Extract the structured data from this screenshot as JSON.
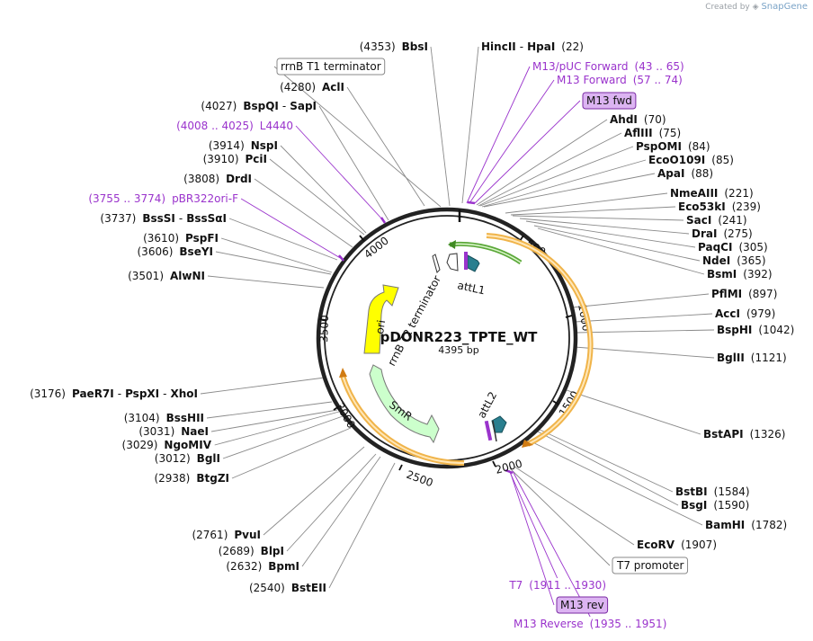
{
  "credit": {
    "prefix": "Created by",
    "brand": "SnapGene"
  },
  "plasmid": {
    "name": "pDONR223_TPTE_WT",
    "length_label": "4395 bp",
    "length": 4395
  },
  "ticks": [
    "500",
    "1000",
    "1500",
    "2000",
    "2500",
    "3000",
    "3500",
    "4000"
  ],
  "colors": {
    "primer": "#9a33cc",
    "primer_box": "#dcb4f2",
    "orange": "#f0b44a",
    "green": "#5ca83a",
    "yellow": "#ffff00",
    "smr": "#ccffcc",
    "att": "#2a7f8f"
  },
  "features": [
    {
      "name": "attL1",
      "kind": "att",
      "color": "#2a7f8f"
    },
    {
      "name": "attL2",
      "kind": "att",
      "color": "#2a7f8f"
    },
    {
      "name": "ori",
      "kind": "ori",
      "color": "#ffff00"
    },
    {
      "name": "rrnB T2 terminator",
      "kind": "terminator",
      "color": "#ffffff"
    },
    {
      "name": "SmR",
      "kind": "cds",
      "color": "#ccffcc"
    }
  ],
  "labels": [
    {
      "id": "bbsi",
      "segs": [
        [
          "(4353)",
          "n"
        ],
        [
          "BbsI",
          "b"
        ]
      ]
    },
    {
      "id": "hincii",
      "segs": [
        [
          "HincII",
          "b"
        ],
        [
          "-",
          "n"
        ],
        [
          "HpaI",
          "b"
        ],
        [
          "(22)",
          "n"
        ]
      ]
    },
    {
      "id": "rrnbt1",
      "segs": [
        [
          "rrnB T1 terminator",
          "n"
        ]
      ],
      "box": "plain"
    },
    {
      "id": "m13puc",
      "segs": [
        [
          "M13/pUC Forward",
          "p"
        ],
        [
          "(43 .. 65)",
          "p"
        ]
      ]
    },
    {
      "id": "m13fwd",
      "segs": [
        [
          "M13 Forward",
          "p"
        ],
        [
          "(57 .. 74)",
          "p"
        ]
      ]
    },
    {
      "id": "acli",
      "segs": [
        [
          "(4280)",
          "n"
        ],
        [
          "AclI",
          "b"
        ]
      ]
    },
    {
      "id": "m13fwdbox",
      "segs": [
        [
          "M13 fwd",
          "n"
        ]
      ],
      "box": "purple"
    },
    {
      "id": "bspqi",
      "segs": [
        [
          "(4027)",
          "n"
        ],
        [
          "BspQI",
          "b"
        ],
        [
          "-",
          "n"
        ],
        [
          "SapI",
          "b"
        ]
      ]
    },
    {
      "id": "ahdi",
      "segs": [
        [
          "AhdI",
          "b"
        ],
        [
          "(70)",
          "n"
        ]
      ]
    },
    {
      "id": "l4440",
      "segs": [
        [
          "(4008 .. 4025)",
          "p"
        ],
        [
          "L4440",
          "p"
        ]
      ]
    },
    {
      "id": "aflIII",
      "segs": [
        [
          "AflIII",
          "b"
        ],
        [
          "(75)",
          "n"
        ]
      ]
    },
    {
      "id": "nspi",
      "segs": [
        [
          "(3914)",
          "n"
        ],
        [
          "NspI",
          "b"
        ]
      ]
    },
    {
      "id": "pspomi",
      "segs": [
        [
          "PspOMI",
          "b"
        ],
        [
          "(84)",
          "n"
        ]
      ]
    },
    {
      "id": "pcii",
      "segs": [
        [
          "(3910)",
          "n"
        ],
        [
          "PciI",
          "b"
        ]
      ]
    },
    {
      "id": "eco0109i",
      "segs": [
        [
          "EcoO109I",
          "b"
        ],
        [
          "(85)",
          "n"
        ]
      ]
    },
    {
      "id": "apai",
      "segs": [
        [
          "ApaI",
          "b"
        ],
        [
          "(88)",
          "n"
        ]
      ]
    },
    {
      "id": "drdi",
      "segs": [
        [
          "(3808)",
          "n"
        ],
        [
          "DrdI",
          "b"
        ]
      ]
    },
    {
      "id": "nmeaiii",
      "segs": [
        [
          "NmeAIII",
          "b"
        ],
        [
          "(221)",
          "n"
        ]
      ]
    },
    {
      "id": "pbr322",
      "segs": [
        [
          "(3755 .. 3774)",
          "p"
        ],
        [
          "pBR322ori-F",
          "p"
        ]
      ]
    },
    {
      "id": "eco53ki",
      "segs": [
        [
          "Eco53kI",
          "b"
        ],
        [
          "(239)",
          "n"
        ]
      ]
    },
    {
      "id": "bsssi",
      "segs": [
        [
          "(3737)",
          "n"
        ],
        [
          "BssSI",
          "b"
        ],
        [
          "-",
          "n"
        ],
        [
          "BssSαI",
          "b"
        ]
      ]
    },
    {
      "id": "saci",
      "segs": [
        [
          "SacI",
          "b"
        ],
        [
          "(241)",
          "n"
        ]
      ]
    },
    {
      "id": "drai",
      "segs": [
        [
          "DraI",
          "b"
        ],
        [
          "(275)",
          "n"
        ]
      ]
    },
    {
      "id": "pspfi",
      "segs": [
        [
          "(3610)",
          "n"
        ],
        [
          "PspFI",
          "b"
        ]
      ]
    },
    {
      "id": "paqci",
      "segs": [
        [
          "PaqCI",
          "b"
        ],
        [
          "(305)",
          "n"
        ]
      ]
    },
    {
      "id": "bseyi",
      "segs": [
        [
          "(3606)",
          "n"
        ],
        [
          "BseYI",
          "b"
        ]
      ]
    },
    {
      "id": "ndei",
      "segs": [
        [
          "NdeI",
          "b"
        ],
        [
          "(365)",
          "n"
        ]
      ]
    },
    {
      "id": "bsmi",
      "segs": [
        [
          "BsmI",
          "b"
        ],
        [
          "(392)",
          "n"
        ]
      ]
    },
    {
      "id": "alwni",
      "segs": [
        [
          "(3501)",
          "n"
        ],
        [
          "AlwNI",
          "b"
        ]
      ]
    },
    {
      "id": "pflmi",
      "segs": [
        [
          "PflMI",
          "b"
        ],
        [
          "(897)",
          "n"
        ]
      ]
    },
    {
      "id": "acci",
      "segs": [
        [
          "AccI",
          "b"
        ],
        [
          "(979)",
          "n"
        ]
      ]
    },
    {
      "id": "bsphi",
      "segs": [
        [
          "BspHI",
          "b"
        ],
        [
          "(1042)",
          "n"
        ]
      ]
    },
    {
      "id": "bglii",
      "segs": [
        [
          "BglII",
          "b"
        ],
        [
          "(1121)",
          "n"
        ]
      ]
    },
    {
      "id": "paer7i",
      "segs": [
        [
          "(3176)",
          "n"
        ],
        [
          "PaeR7I",
          "b"
        ],
        [
          "-",
          "n"
        ],
        [
          "PspXI",
          "b"
        ],
        [
          "-",
          "n"
        ],
        [
          "XhoI",
          "b"
        ]
      ]
    },
    {
      "id": "bsshii",
      "segs": [
        [
          "(3104)",
          "n"
        ],
        [
          "BssHII",
          "b"
        ]
      ]
    },
    {
      "id": "naei",
      "segs": [
        [
          "(3031)",
          "n"
        ],
        [
          "NaeI",
          "b"
        ]
      ]
    },
    {
      "id": "bstapi",
      "segs": [
        [
          "BstAPI",
          "b"
        ],
        [
          "(1326)",
          "n"
        ]
      ]
    },
    {
      "id": "ngomiv",
      "segs": [
        [
          "(3029)",
          "n"
        ],
        [
          "NgoMIV",
          "b"
        ]
      ]
    },
    {
      "id": "bgli",
      "segs": [
        [
          "(3012)",
          "n"
        ],
        [
          "BglI",
          "b"
        ]
      ]
    },
    {
      "id": "btgzi",
      "segs": [
        [
          "(2938)",
          "n"
        ],
        [
          "BtgZI",
          "b"
        ]
      ]
    },
    {
      "id": "bstbi",
      "segs": [
        [
          "BstBI",
          "b"
        ],
        [
          "(1584)",
          "n"
        ]
      ]
    },
    {
      "id": "bsgi",
      "segs": [
        [
          "BsgI",
          "b"
        ],
        [
          "(1590)",
          "n"
        ]
      ]
    },
    {
      "id": "bamhi",
      "segs": [
        [
          "BamHI",
          "b"
        ],
        [
          "(1782)",
          "n"
        ]
      ]
    },
    {
      "id": "pvui",
      "segs": [
        [
          "(2761)",
          "n"
        ],
        [
          "PvuI",
          "b"
        ]
      ]
    },
    {
      "id": "ecorv",
      "segs": [
        [
          "EcoRV",
          "b"
        ],
        [
          "(1907)",
          "n"
        ]
      ]
    },
    {
      "id": "blpi",
      "segs": [
        [
          "(2689)",
          "n"
        ],
        [
          "BlpI",
          "b"
        ]
      ]
    },
    {
      "id": "t7promoter",
      "segs": [
        [
          "T7 promoter",
          "n"
        ]
      ],
      "box": "plain"
    },
    {
      "id": "bpmi",
      "segs": [
        [
          "(2632)",
          "n"
        ],
        [
          "BpmI",
          "b"
        ]
      ]
    },
    {
      "id": "t7",
      "segs": [
        [
          "T7",
          "p"
        ],
        [
          "(1911 .. 1930)",
          "p"
        ]
      ]
    },
    {
      "id": "bsteii",
      "segs": [
        [
          "(2540)",
          "n"
        ],
        [
          "BstEII",
          "b"
        ]
      ]
    },
    {
      "id": "m13rev",
      "segs": [
        [
          "M13 rev",
          "n"
        ]
      ],
      "box": "purple"
    },
    {
      "id": "m13reverse",
      "segs": [
        [
          "M13 Reverse",
          "p"
        ],
        [
          "(1935 .. 1951)",
          "p"
        ]
      ]
    }
  ]
}
